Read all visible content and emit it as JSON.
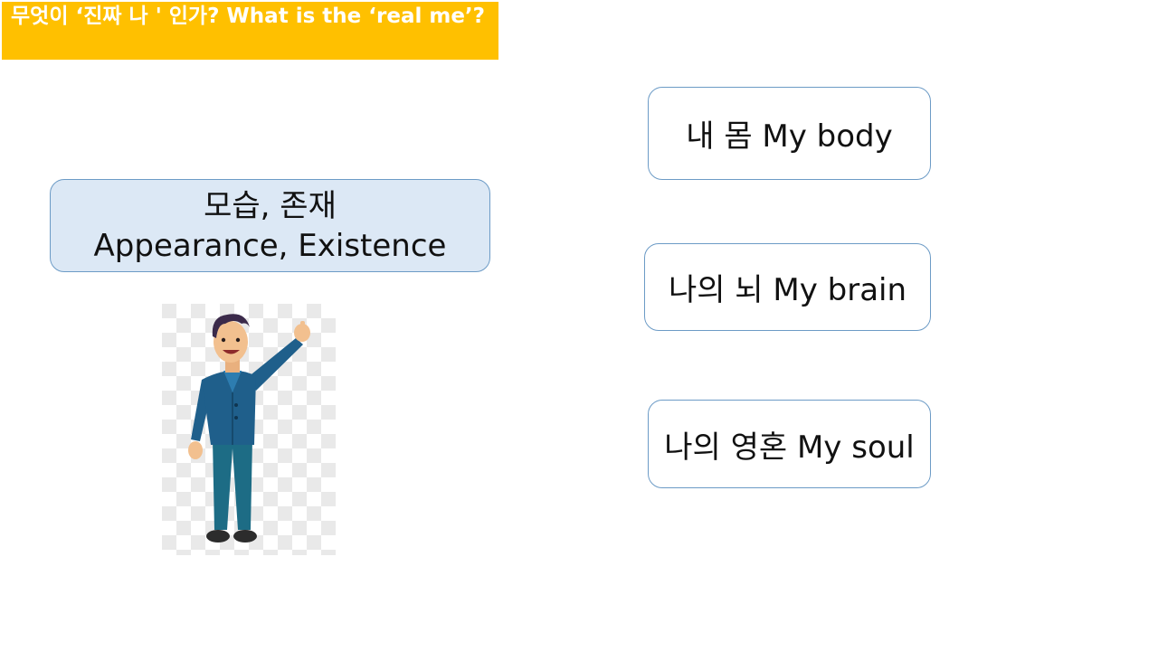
{
  "slide": {
    "title": "무엇이 ‘진짜 나 ' 인가?     What is the ‘real me’?",
    "main_box": {
      "line1": "모습, 존재",
      "line2": "Appearance, Existence"
    },
    "options": [
      {
        "label": "내 몸 My body"
      },
      {
        "label": "나의 뇌 My brain"
      },
      {
        "label": "나의 영혼 My soul"
      }
    ],
    "illustration": "waving-man-illustration"
  },
  "colors": {
    "title_bg": "#ffc000",
    "title_text": "#ffffff",
    "main_box_bg": "#dce8f5",
    "box_border": "#6c9bc6",
    "suit": "#1f5f8b"
  }
}
